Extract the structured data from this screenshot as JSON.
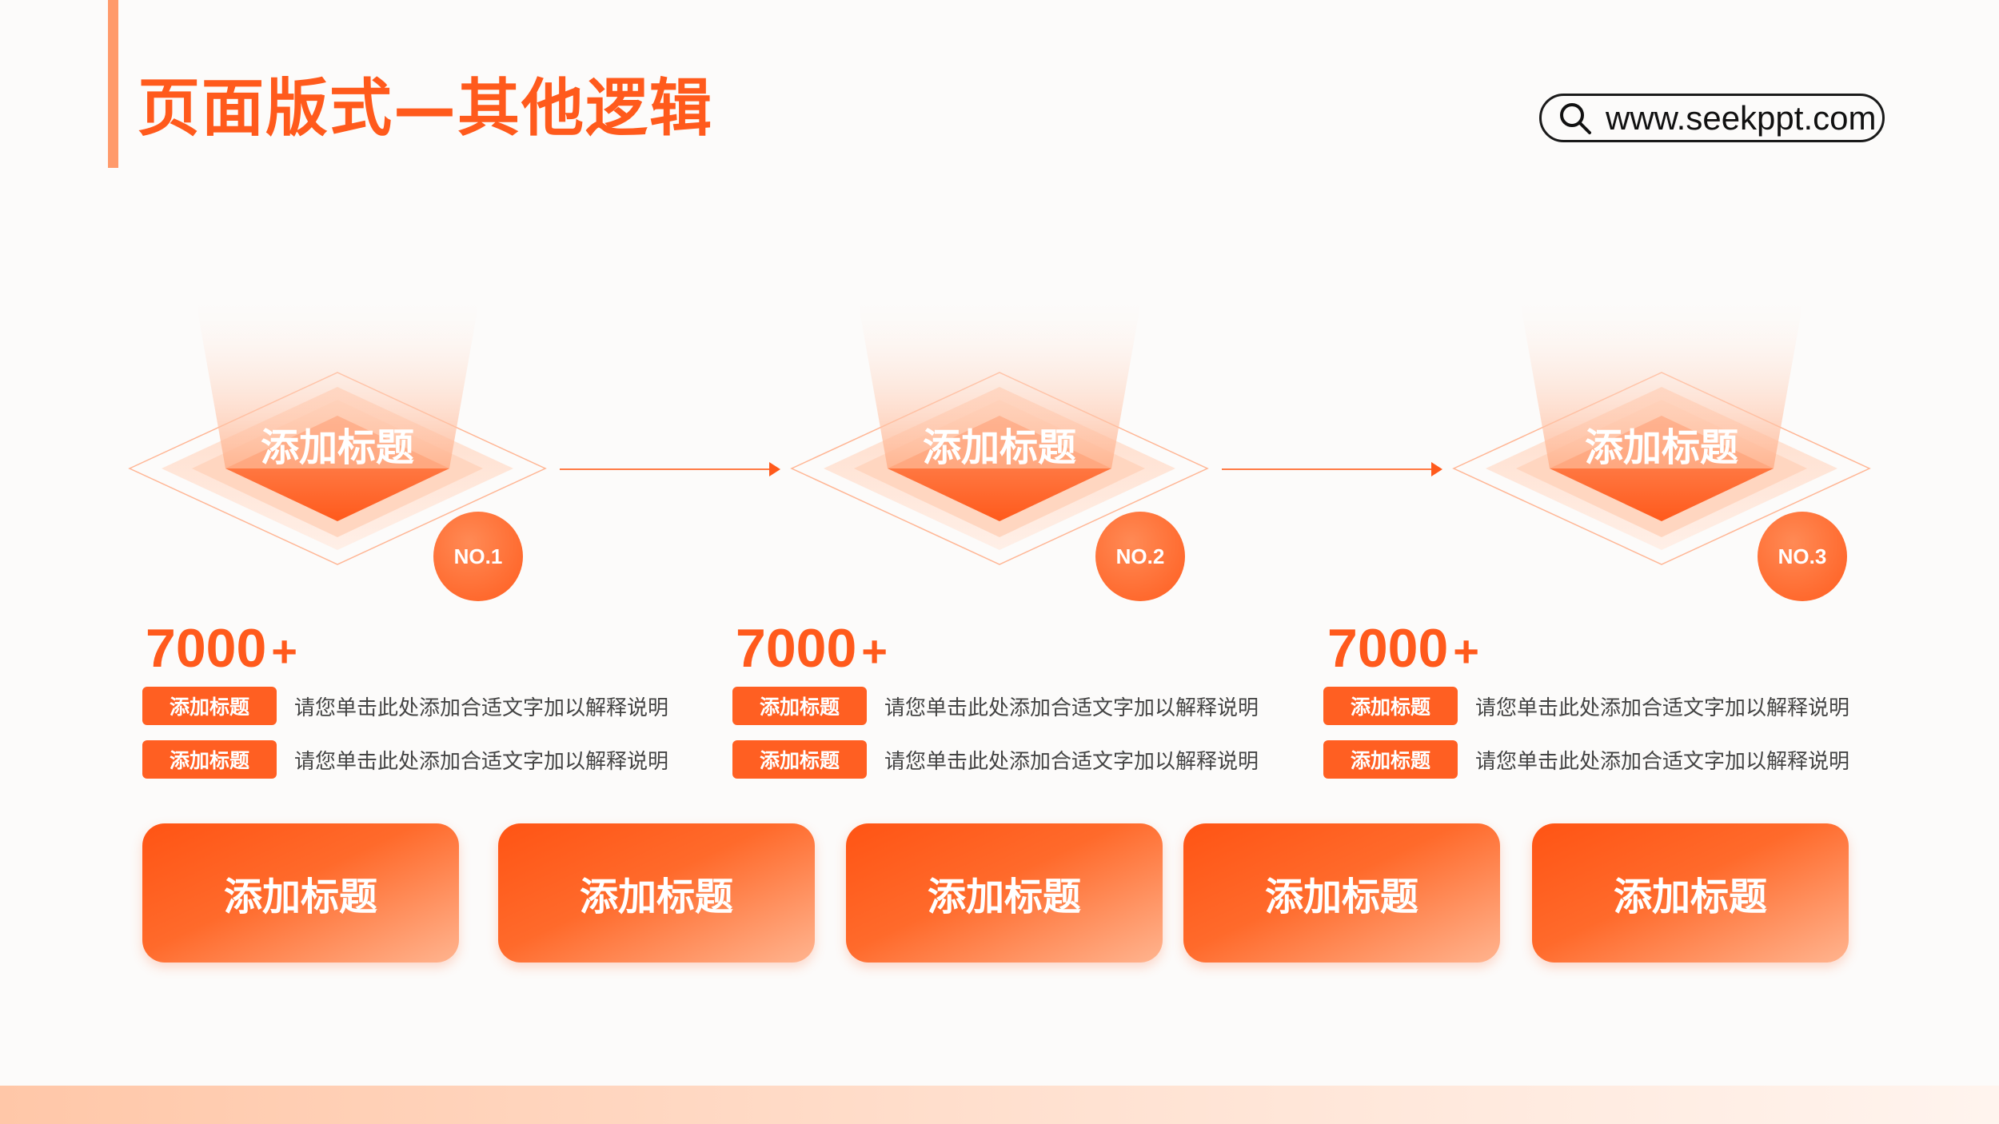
{
  "header": {
    "title": "页面版式—其他逻辑",
    "url": "www.seekppt.com",
    "search_icon": "search-icon"
  },
  "stages": [
    {
      "label": "添加标题",
      "badge": "NO.1",
      "value": "7000",
      "suffix": "+",
      "items": [
        {
          "tag": "添加标题",
          "text": "请您单击此处添加合适文字加以解释说明"
        },
        {
          "tag": "添加标题",
          "text": "请您单击此处添加合适文字加以解释说明"
        }
      ]
    },
    {
      "label": "添加标题",
      "badge": "NO.2",
      "value": "7000",
      "suffix": "+",
      "items": [
        {
          "tag": "添加标题",
          "text": "请您单击此处添加合适文字加以解释说明"
        },
        {
          "tag": "添加标题",
          "text": "请您单击此处添加合适文字加以解释说明"
        }
      ]
    },
    {
      "label": "添加标题",
      "badge": "NO.3",
      "value": "7000",
      "suffix": "+",
      "items": [
        {
          "tag": "添加标题",
          "text": "请您单击此处添加合适文字加以解释说明"
        },
        {
          "tag": "添加标题",
          "text": "请您单击此处添加合适文字加以解释说明"
        }
      ]
    }
  ],
  "buttons": [
    "添加标题",
    "添加标题",
    "添加标题",
    "添加标题",
    "添加标题"
  ],
  "colors": {
    "accent": "#ff5a1c",
    "light": "#ffc7a8"
  }
}
